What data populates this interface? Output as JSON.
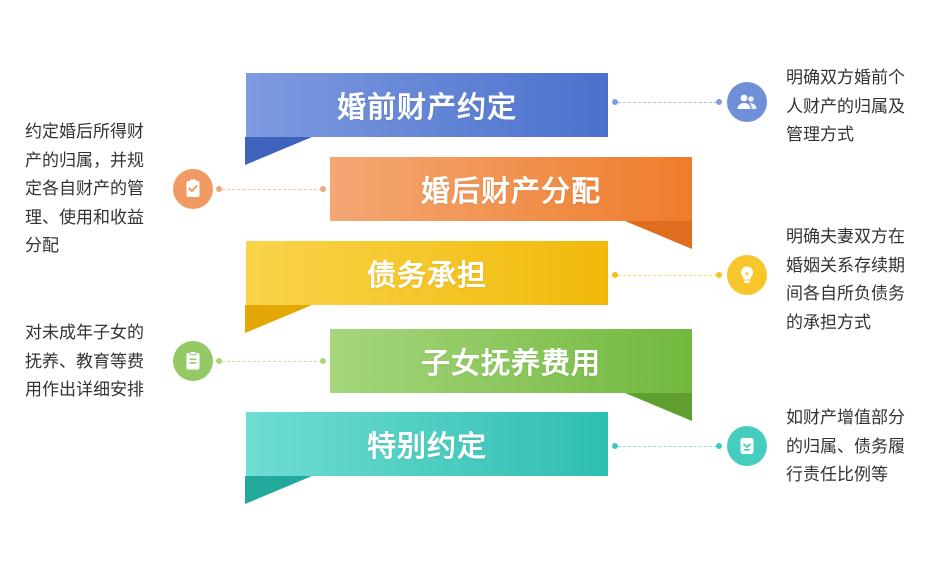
{
  "sections": [
    {
      "title": "婚前财产约定",
      "description_lines": [
        "明确双方婚前个",
        "人财产的归属及",
        "管理方式"
      ],
      "icon": "users-icon",
      "color": "#5b7fd4"
    },
    {
      "title": "婚后财产分配",
      "description_lines": [
        "约定婚后所得财",
        "产的归属，并规",
        "定各自财产的管",
        "理、使用和收益",
        "分配"
      ],
      "icon": "document-check-icon",
      "color": "#f08a4b"
    },
    {
      "title": "债务承担",
      "description_lines": [
        "明确夫妻双方在",
        "婚姻关系存续期",
        "间各自所负债务",
        "的承担方式"
      ],
      "icon": "lightbulb-icon",
      "color": "#f5c21b"
    },
    {
      "title": "子女抚养费用",
      "description_lines": [
        "对未成年子女的",
        "抚养、教育等费",
        "用作出详细安排"
      ],
      "icon": "clipboard-icon",
      "color": "#8cc55a"
    },
    {
      "title": "特别约定",
      "description_lines": [
        "如财产增值部分",
        "的归属、债务履",
        "行责任比例等"
      ],
      "icon": "badge-icon",
      "color": "#3ec9bd"
    }
  ]
}
